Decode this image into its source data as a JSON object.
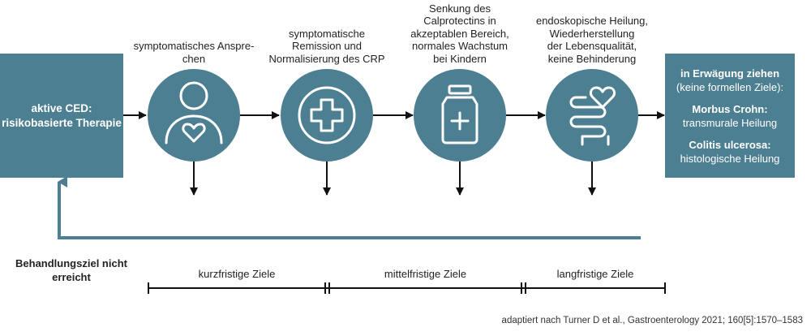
{
  "start_box": {
    "line1": "aktive CED:",
    "line2": "risikobasierte Therapie"
  },
  "steps": [
    {
      "label_lines": [
        "symptomatisches Anspre-",
        "chen"
      ],
      "icon": "person-heart-icon"
    },
    {
      "label_lines": [
        "symptomatische",
        "Remission und",
        "Normalisierung des CRP"
      ],
      "icon": "medical-cross-icon"
    },
    {
      "label_lines": [
        "Senkung des",
        "Calprotectins in",
        "akzeptablen Bereich,",
        "normales Wachstum",
        "bei Kindern"
      ],
      "icon": "medicine-bottle-icon"
    },
    {
      "label_lines": [
        "endoskopische Heilung,",
        "Wiederherstellung",
        "der Lebensqualität,",
        "keine Behinderung"
      ],
      "icon": "intestine-heart-icon"
    }
  ],
  "end_box": {
    "heading": "in Erwägung ziehen",
    "subheading": "(keine formellen Ziele):",
    "crohn_title": "Morbus Crohn:",
    "crohn_text": "transmurale Heilung",
    "colitis_title": "Colitis ulcerosa:",
    "colitis_text": "histologische Heilung"
  },
  "feedback": {
    "line1": "Behandlungsziel nicht",
    "line2": "erreicht"
  },
  "timeline": [
    "kurzfristige Ziele",
    "mittelfristige Ziele",
    "langfristige Ziele"
  ],
  "source": "adaptiert nach Turner D et al., Gastroenterology 2021; 160[5]:1570–1583",
  "colors": {
    "primary": "#4d7f92",
    "arrow": "#111111",
    "text": "#222222"
  }
}
